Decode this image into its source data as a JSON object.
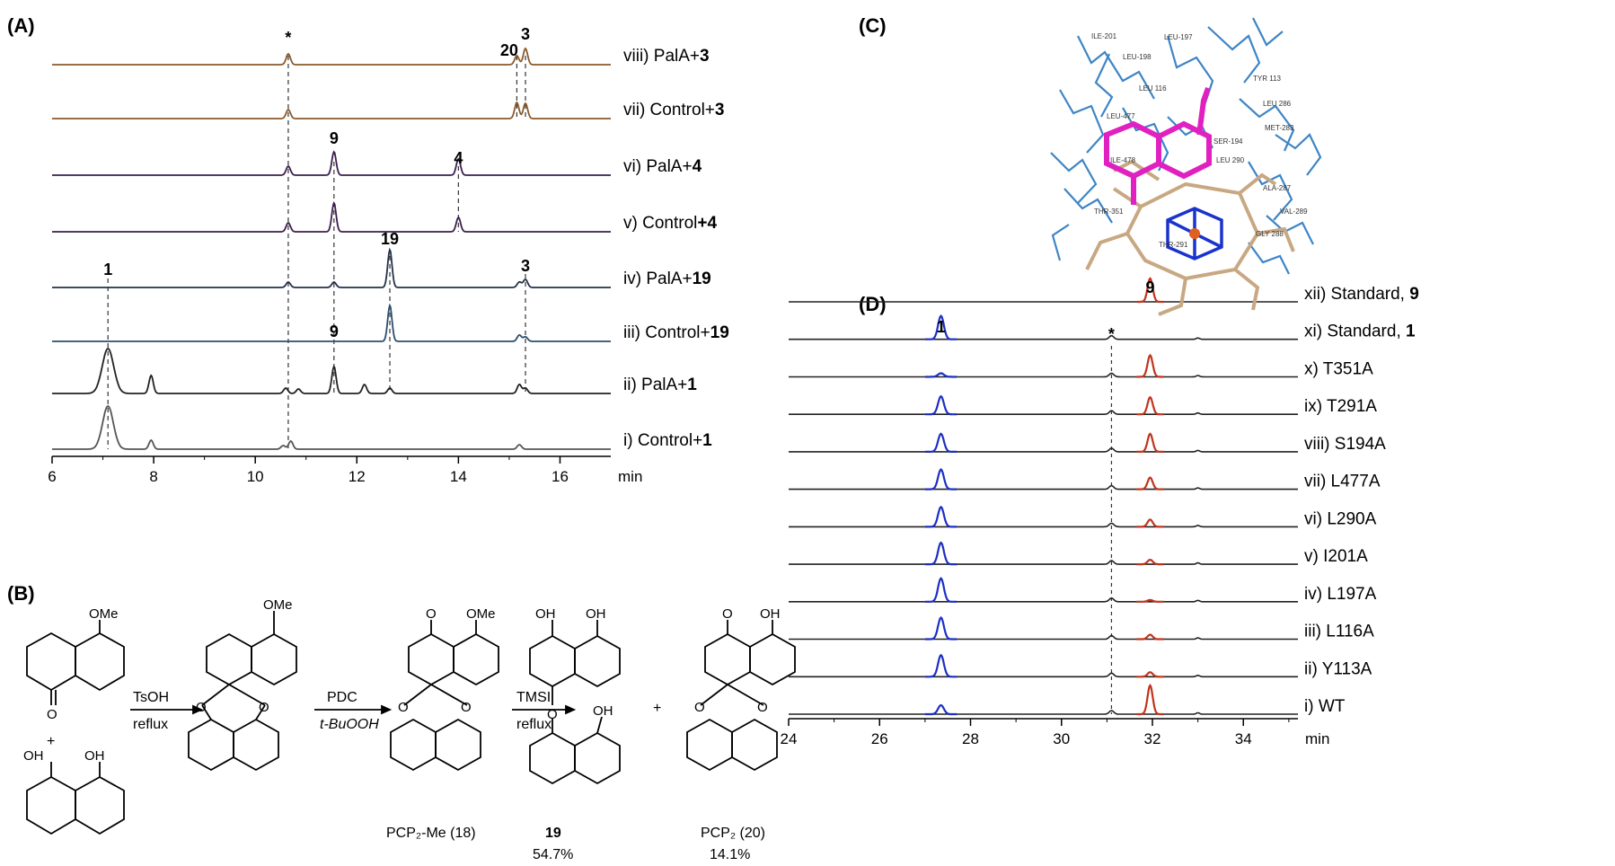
{
  "panels": {
    "a": "(A)",
    "b": "(B)",
    "c": "(C)",
    "d": "(D)"
  },
  "chart_data": [
    {
      "type": "line",
      "panel": "(A)",
      "xlabel": "min",
      "xlim": [
        6,
        17
      ],
      "xticks": [
        6,
        8,
        10,
        12,
        14,
        16
      ],
      "traces": [
        {
          "label_prefix": "viii) PalA+",
          "label_bold": "3",
          "color": "#8b5a2b",
          "peaks": [
            {
              "x": 10.65,
              "h": 12
            },
            {
              "x": 15.15,
              "h": 10
            },
            {
              "x": 15.32,
              "h": 18
            }
          ]
        },
        {
          "label_prefix": "vii) Control+",
          "label_bold": "3",
          "color": "#8b5a2b",
          "peaks": [
            {
              "x": 10.65,
              "h": 10
            },
            {
              "x": 15.15,
              "h": 18
            },
            {
              "x": 15.32,
              "h": 17
            }
          ]
        },
        {
          "label_prefix": "vi) PalA+",
          "label_bold": "4",
          "color": "#3b1f4d",
          "peaks": [
            {
              "x": 10.65,
              "h": 10
            },
            {
              "x": 11.55,
              "h": 26
            },
            {
              "x": 14.0,
              "h": 18
            }
          ]
        },
        {
          "label_prefix": "v) Control",
          "label_bold": "+4",
          "color": "#3b1f4d",
          "peaks": [
            {
              "x": 10.65,
              "h": 10
            },
            {
              "x": 11.55,
              "h": 32
            },
            {
              "x": 14.0,
              "h": 16
            }
          ]
        },
        {
          "label_prefix": "iv) PalA+",
          "label_bold": "19",
          "color": "#24324a",
          "peaks": [
            {
              "x": 10.65,
              "h": 6
            },
            {
              "x": 11.55,
              "h": 6
            },
            {
              "x": 12.65,
              "h": 42
            },
            {
              "x": 15.2,
              "h": 6
            },
            {
              "x": 15.32,
              "h": 9
            }
          ]
        },
        {
          "label_prefix": "iii) Control+",
          "label_bold": "19",
          "color": "#2c4d6e",
          "peaks": [
            {
              "x": 12.65,
              "h": 40
            },
            {
              "x": 15.2,
              "h": 7
            },
            {
              "x": 15.32,
              "h": 5
            }
          ]
        },
        {
          "label_prefix": "ii) PalA+",
          "label_bold": "1",
          "color": "#222222",
          "peaks": [
            {
              "x": 7.1,
              "h": 50,
              "w": 0.16
            },
            {
              "x": 7.95,
              "h": 20
            },
            {
              "x": 10.6,
              "h": 6
            },
            {
              "x": 10.85,
              "h": 5
            },
            {
              "x": 11.55,
              "h": 30
            },
            {
              "x": 12.15,
              "h": 10
            },
            {
              "x": 12.65,
              "h": 6
            },
            {
              "x": 15.2,
              "h": 10
            },
            {
              "x": 15.32,
              "h": 6
            }
          ]
        },
        {
          "label_prefix": "i) Control+",
          "label_bold": "1",
          "color": "#555555",
          "peaks": [
            {
              "x": 7.1,
              "h": 48,
              "w": 0.15
            },
            {
              "x": 7.95,
              "h": 10
            },
            {
              "x": 10.55,
              "h": 4
            },
            {
              "x": 10.7,
              "h": 9
            },
            {
              "x": 15.2,
              "h": 5
            }
          ]
        }
      ],
      "annotations": [
        {
          "text": "*",
          "x": 10.65
        },
        {
          "text": "20",
          "x": 15.0
        },
        {
          "text": "3",
          "x": 15.32
        },
        {
          "text": "9",
          "x": 11.55
        },
        {
          "text": "4",
          "x": 14.0
        },
        {
          "text": "19",
          "x": 12.65
        },
        {
          "text": "1",
          "x": 7.1
        },
        {
          "text": "3",
          "x": 15.32
        },
        {
          "text": "9",
          "x": 11.55
        }
      ]
    },
    {
      "type": "line",
      "panel": "(D)",
      "xlabel": "min",
      "xlim": [
        24,
        35.2
      ],
      "xticks": [
        24,
        26,
        28,
        30,
        32,
        34
      ],
      "traces": [
        {
          "label": "xii) Standard, ",
          "label_bold": "9",
          "p1": 0,
          "p9": 26
        },
        {
          "label": "xi) Standard, ",
          "label_bold": "1",
          "p1": 26,
          "p9": 0
        },
        {
          "label": "x) T351A",
          "p1": 4,
          "p9": 24
        },
        {
          "label": "ix) T291A",
          "p1": 20,
          "p9": 19
        },
        {
          "label": "viii) S194A",
          "p1": 20,
          "p9": 20
        },
        {
          "label": "vii) L477A",
          "p1": 22,
          "p9": 13
        },
        {
          "label": "vi) L290A",
          "p1": 22,
          "p9": 8
        },
        {
          "label": "v) I201A",
          "p1": 24,
          "p9": 5
        },
        {
          "label": "iv) L197A",
          "p1": 26,
          "p9": 2
        },
        {
          "label": "iii) L116A",
          "p1": 24,
          "p9": 5
        },
        {
          "label": "ii) Y113A",
          "p1": 24,
          "p9": 5
        },
        {
          "label": "i) WT",
          "p1": 10,
          "p9": 32
        }
      ],
      "annotations": [
        {
          "text": "1",
          "x": 27.35
        },
        {
          "text": "*",
          "x": 31.1
        },
        {
          "text": "9",
          "x": 31.95
        }
      ]
    }
  ],
  "scheme_b": {
    "reagent1_top": "TsOH",
    "reagent1_bottom": "reflux",
    "reagent2_top": "PDC",
    "reagent2_bottom": "t-BuOOH",
    "reagent3_top": "TMSI",
    "reagent3_bottom": "reflux",
    "ome": "OMe",
    "oh": "OH",
    "o": "O",
    "plus": "+",
    "cmpd18_label": "PCP₂-Me (18)",
    "cmpd19_label": "19",
    "cmpd19_yield": "54.7%",
    "cmpd20_label": "PCP₂ (20)",
    "cmpd20_yield": "14.1%"
  },
  "structure_c": {
    "residues": [
      "ILE-201",
      "LEU-197",
      "LEU-198",
      "TYR 113",
      "LEU 116",
      "LEU-477",
      "LEU 286",
      "MET-283",
      "SER-194",
      "ILE-478",
      "LEU 290",
      "ALA-287",
      "THR-351",
      "VAL-289",
      "THR-291",
      "GLY 288"
    ]
  }
}
